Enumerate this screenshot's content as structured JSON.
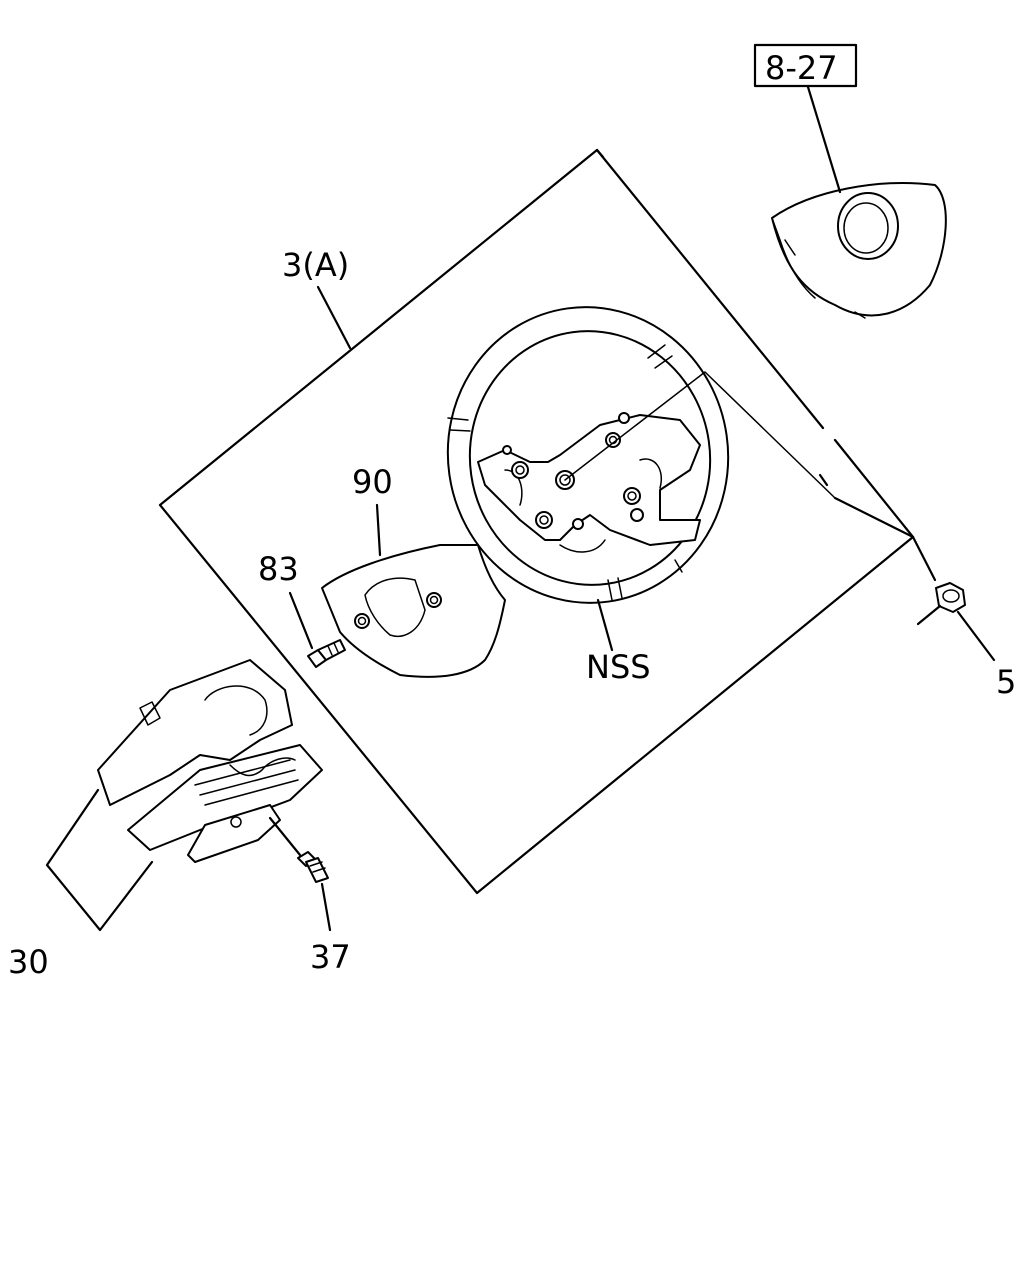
{
  "callouts": {
    "ref_8_27": "8-27",
    "label_3a": "3(A)",
    "label_90": "90",
    "label_83": "83",
    "label_nss": "NSS",
    "label_5": "5",
    "label_30": "30",
    "label_37": "37"
  }
}
